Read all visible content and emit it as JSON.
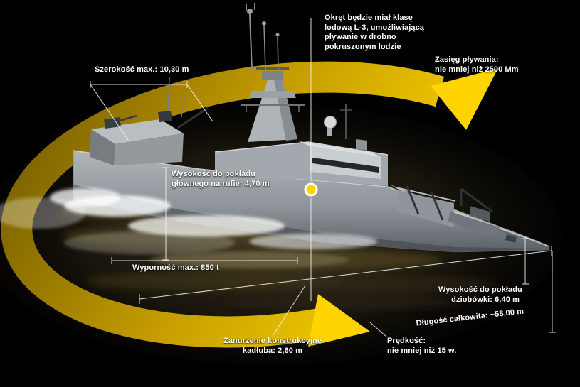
{
  "colors": {
    "bg": "#000000",
    "accent": "#ffd400",
    "ring_dark": "#8a6d00",
    "ship_light": "#c8cdd0",
    "ship_mid": "#9aa0a5",
    "ship_dark": "#3c4145",
    "text": "#ffffff"
  },
  "annotations": {
    "width": {
      "label": "Szerokość max.: 10,30 m"
    },
    "ice_class": {
      "lines": [
        "Okręt będzie miał klasę",
        "lodową L-3, umożliwiającą",
        "pływanie w drobno",
        "pokruszonym lodzie"
      ]
    },
    "range": {
      "lines": [
        "Zasięg pływania:",
        "nie mniej niż 2500 Mm"
      ]
    },
    "stern_deck_height": {
      "lines": [
        "Wysokość do pokładu",
        "głównego na rufie: 4,70 m"
      ]
    },
    "displacement": {
      "label": "Wyporność max.: 850 t"
    },
    "draft": {
      "lines": [
        "Zanurzenie konstrukcyjne",
        "kadłuba: 2,60 m"
      ]
    },
    "speed": {
      "lines": [
        "Prędkość:",
        "nie mniej niż 15 w."
      ]
    },
    "forecastle_height": {
      "lines": [
        "Wysokość do pokładu",
        "dziobówki: 6,40 m"
      ]
    },
    "length": {
      "label": "Długość całkowita: ~58,00 m"
    }
  }
}
